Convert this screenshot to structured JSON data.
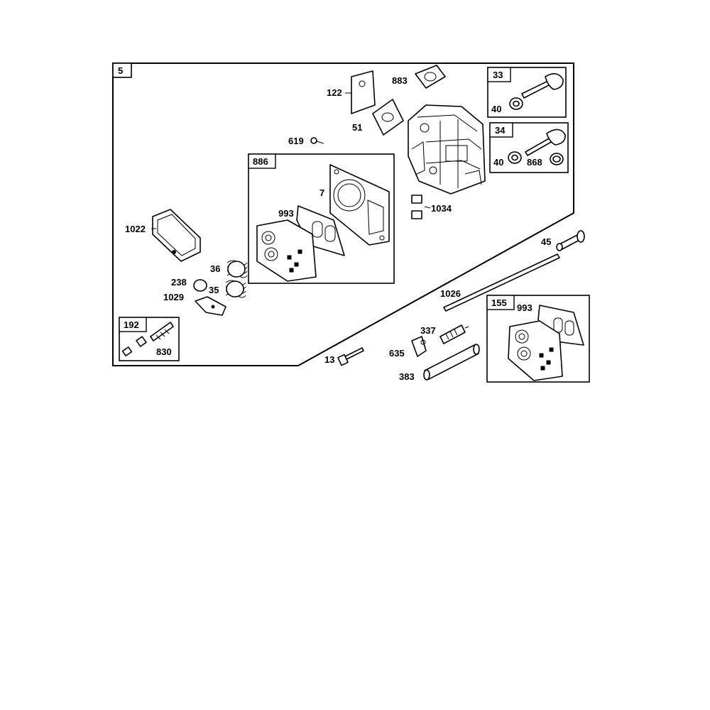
{
  "assembly_label": "5",
  "kits": {
    "valve_intake": "33",
    "valve_exhaust": "34",
    "gasket_set": "886",
    "rocker_stud_kit": "192",
    "gasket_kit": "155"
  },
  "callouts": {
    "p122": "122",
    "p883": "883",
    "p51": "51",
    "p619": "619",
    "p7": "7",
    "p993a": "993",
    "p1034": "1034",
    "p1022": "1022",
    "p36": "36",
    "p238": "238",
    "p35": "35",
    "p1029": "1029",
    "p40a": "40",
    "p40b": "40",
    "p868": "868",
    "p45": "45",
    "p1026": "1026",
    "p337": "337",
    "p635": "635",
    "p383": "383",
    "p13": "13",
    "p830": "830",
    "p993b": "993"
  }
}
